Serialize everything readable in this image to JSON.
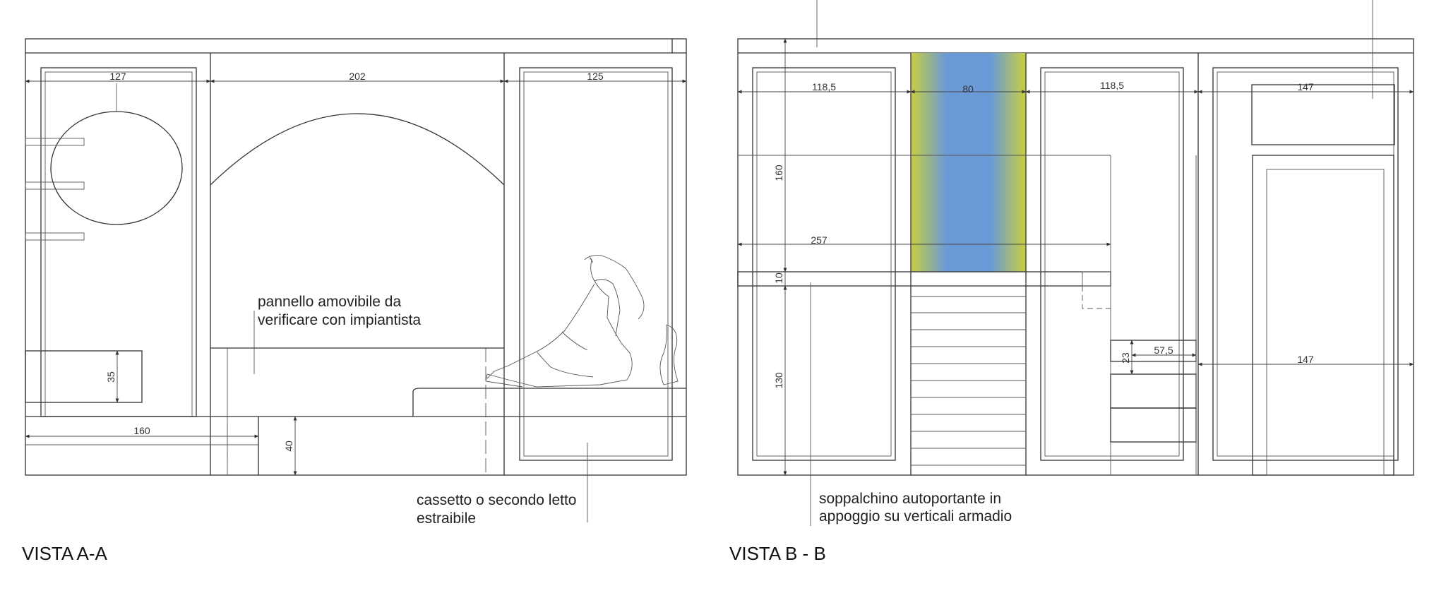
{
  "view_a": {
    "title": "VISTA A-A",
    "dims": {
      "w_left": "127",
      "w_mid": "202",
      "w_right": "125",
      "h_drawer_box": "35",
      "w_bed": "160",
      "h_base": "40"
    },
    "notes": {
      "panel_line1": "pannello amovibile da",
      "panel_line2": "verificare con impiantista",
      "drawer_line1": "cassetto o secondo letto",
      "drawer_line2": "estraibile"
    }
  },
  "view_b": {
    "title": "VISTA B - B",
    "dims": {
      "w_left": "118,5",
      "w_window": "80",
      "w_mid": "118,5",
      "w_right_top": "147",
      "h_upper": "160",
      "w_loft": "257",
      "h_loft": "10",
      "h_lower": "130",
      "w_drawer": "57,5",
      "h_drawer": "23",
      "w_right_mid": "147"
    },
    "notes": {
      "loft_line1": "soppalchino autoportante in",
      "loft_line2": "appoggio su verticali armadio"
    }
  },
  "colors": {
    "window_blue": "#6b9bd6",
    "window_yellow": "#c9cf3e"
  }
}
